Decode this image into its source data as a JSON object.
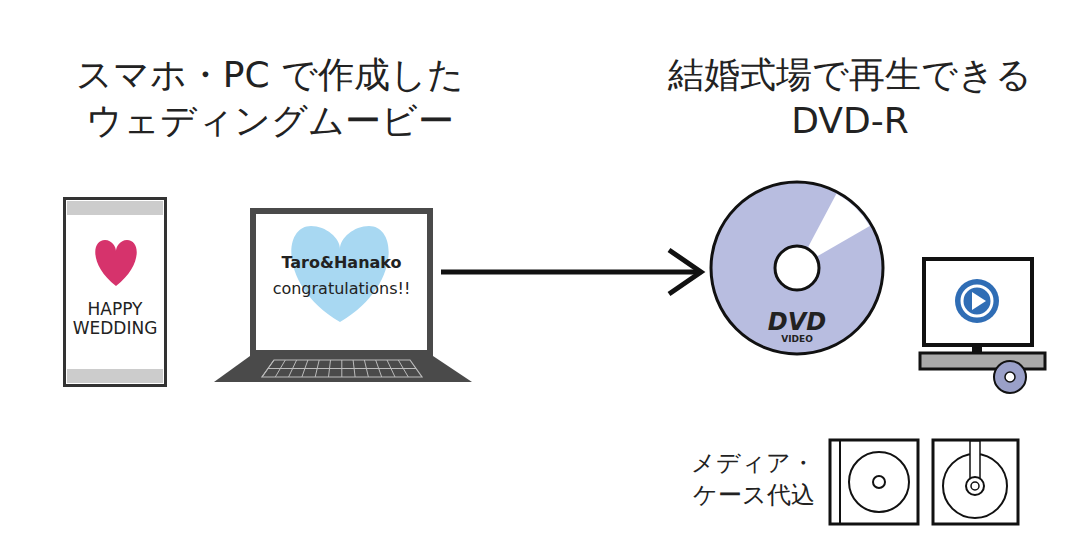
{
  "diagram": {
    "nodes": [
      {
        "text": [
          "HAPPY WEDDING"
        ]
      },
      {
        "text": [
          "Taro&Hanako",
          "congratulations!!"
        ]
      },
      {
        "text": [
          "DVD",
          "VIDEO"
        ]
      }
    ],
    "edges": [
      {
        "from": 1,
        "to": 2,
        "arrow": "to"
      }
    ],
    "labels": [
      "スマホ・PC で作成した ウェディングムービー",
      "結婚式場で再生できる DVD-R",
      "メディア・ ケース代込"
    ]
  }
}
